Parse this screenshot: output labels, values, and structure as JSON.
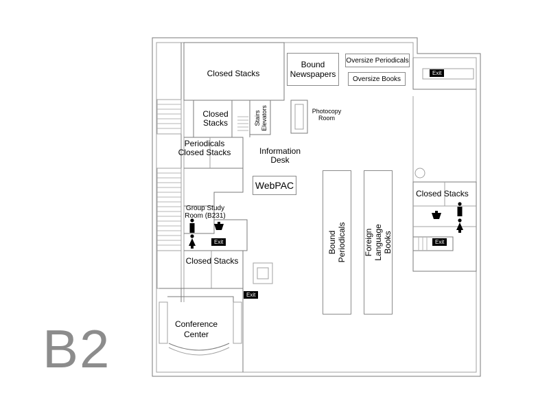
{
  "floor_label": "B2",
  "rooms": {
    "closed_stacks_top": "Closed Stacks",
    "bound_newspapers": "Bound\nNewspapers",
    "oversize_periodicals": "Oversize Periodicals",
    "oversize_books": "Oversize Books",
    "closed_stacks_mid": "Closed\nStacks",
    "stairs_elevators": "Stairs\nElevators",
    "photocopy_room": "Photocopy\nRoom",
    "periodicals_closed_stacks": "Periodicals\nClosed Stacks",
    "information_desk": "Information\nDesk",
    "webpac": "WebPAC",
    "group_study_room": "Group Study\nRoom (B231)",
    "closed_stacks_lower_left": "Closed Stacks",
    "closed_stacks_right": "Closed Stacks",
    "bound_periodicals": "Bound\nPeriodicals",
    "foreign_language_books": "Foreign Language\nBooks",
    "conference_center": "Conference\nCenter"
  },
  "exit_label": "Exit",
  "colors": {
    "wall": "#7a7a7a",
    "light_wall": "#a0a0a0",
    "floor_label": "#8c8c8c",
    "sign": "#000000"
  },
  "icons": [
    "restroom-men-icon",
    "restroom-women-icon",
    "water-fountain-icon",
    "stairs-icon",
    "exit-sign-icon"
  ]
}
